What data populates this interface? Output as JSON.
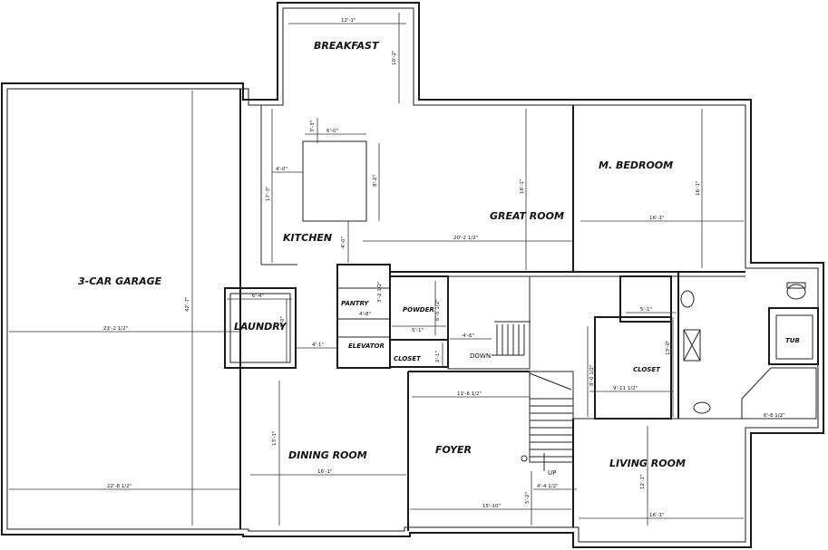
{
  "rooms": {
    "breakfast": "BREAKFAST",
    "kitchen": "KITCHEN",
    "great_room": "GREAT ROOM",
    "master_bedroom": "M. BEDROOM",
    "garage": "3-CAR GARAGE",
    "laundry": "LAUNDRY",
    "pantry": "PANTRY",
    "powder": "POWDER",
    "elevator": "ELEVATOR",
    "closet_small": "CLOSET",
    "closet": "CLOSET",
    "tub": "TUB",
    "dining_room": "DINING ROOM",
    "foyer": "FOYER",
    "living_room": "LIVING ROOM"
  },
  "labels": {
    "down": "DOWN",
    "up": "UP"
  },
  "dimensions": {
    "breakfast_w": "12'-1\"",
    "breakfast_h": "10'-2\"",
    "island_w": "6'-0\"",
    "island_top": "3'-3\"",
    "island_h": "8'-2\"",
    "kitchen_left": "4'-0\"",
    "kitchen_h": "17'-3\"",
    "kitchen_bottom": "4'-0\"",
    "great_room_w": "20'-2 1/2\"",
    "great_room_h": "16'-1\"",
    "bedroom_w": "16'-1\"",
    "bedroom_h": "16'-1\"",
    "garage_w": "21'-2 1/2\"",
    "garage_h": "42'-7\"",
    "garage_bottom_w": "22'-8 1/2\"",
    "laundry_w": "6'-4\"",
    "laundry_h": "7'-0\"",
    "hall_w": "4'-1\"",
    "pantry_w": "4'-8\"",
    "pantry_h": "3'-2 1/2\"",
    "powder_h": "6'-5 1/2\"",
    "powder_w": "5'-1\"",
    "stair_top": "4'-6\"",
    "closet_small_h": "2'-1\"",
    "bath_w": "5'-1\"",
    "bath_h": "13'-0\"",
    "closet_h": "8'-0 1/2\"",
    "closet_w": "9'-11 1/2\"",
    "foyer_w": "11'-6 1/2\"",
    "dining_h": "13'-1\"",
    "dining_w": "16'-1\"",
    "foyer_stair": "4'-4 1/2\"",
    "foyer_small": "5'-2\"",
    "foyer_bottom": "15'-10\"",
    "living_h": "12'-1\"",
    "living_w": "16'-1\"",
    "tub_diag": "6'-8 1/2\""
  }
}
